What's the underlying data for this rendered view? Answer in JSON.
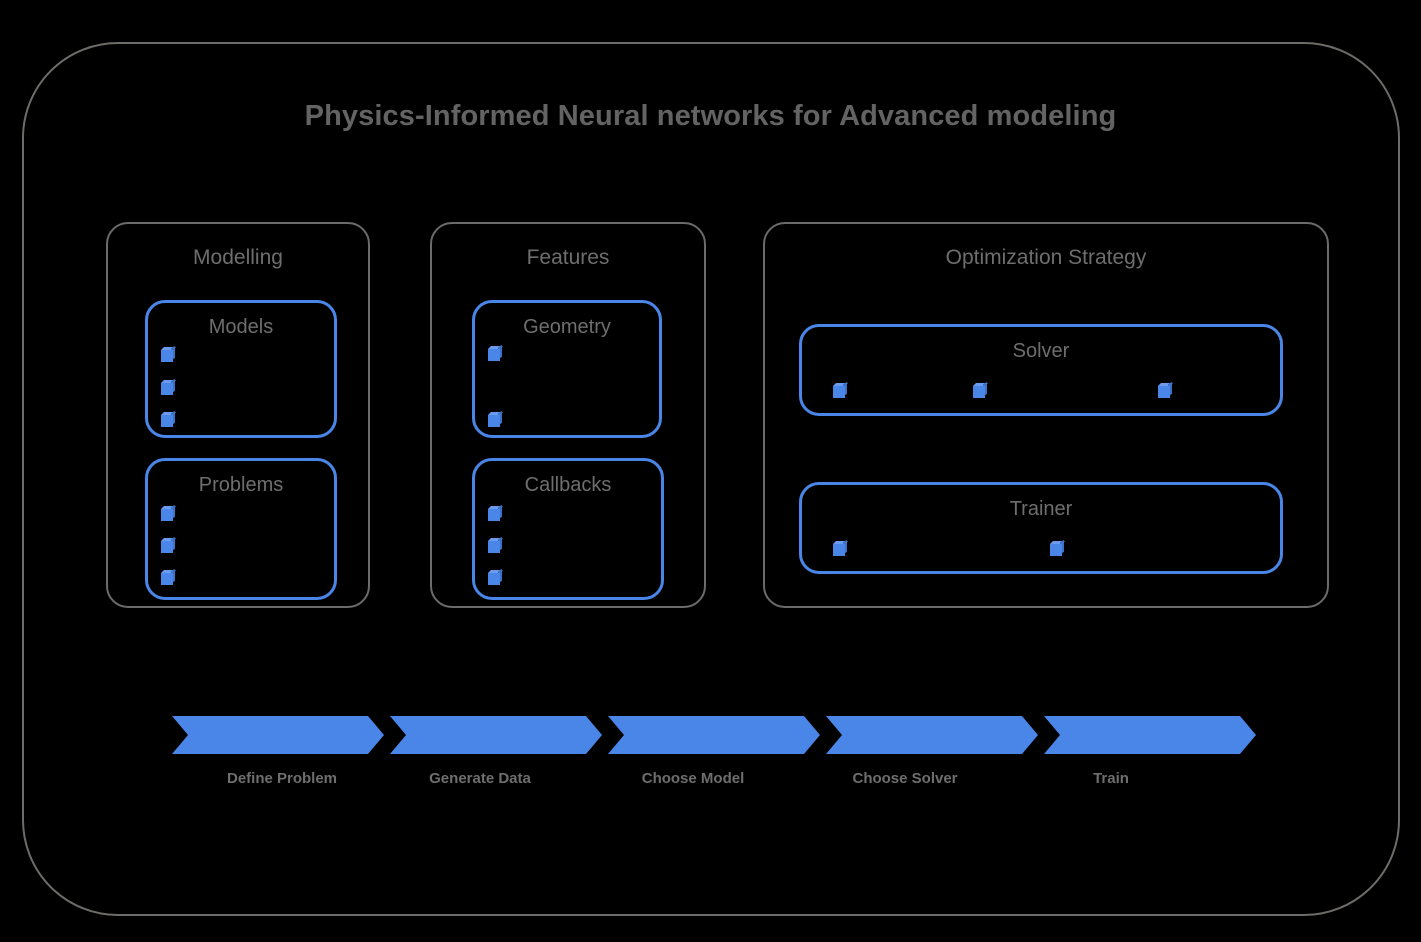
{
  "diagram": {
    "title": "Physics-Informed Neural networks for Advanced modeling",
    "colors": {
      "background": "#000000",
      "accent_blue": "#4a86e8",
      "frame_gray": "#6e6c68",
      "text_gray": "#6e6e6e",
      "title_gray": "#636363"
    }
  },
  "groups": [
    {
      "id": "modelling",
      "label": "Modelling",
      "boxes": [
        {
          "id": "models",
          "label": "Models",
          "marker_count": 3,
          "marker_layout": "vertical"
        },
        {
          "id": "problems",
          "label": "Problems",
          "marker_count": 3,
          "marker_layout": "vertical"
        }
      ]
    },
    {
      "id": "features",
      "label": "Features",
      "boxes": [
        {
          "id": "geometry",
          "label": "Geometry",
          "marker_count": 2,
          "marker_layout": "vertical-spread"
        },
        {
          "id": "callbacks",
          "label": "Callbacks",
          "marker_count": 3,
          "marker_layout": "vertical"
        }
      ]
    },
    {
      "id": "optimization",
      "label": "Optimization Strategy",
      "boxes": [
        {
          "id": "solver",
          "label": "Solver",
          "marker_count": 3,
          "marker_layout": "horizontal"
        },
        {
          "id": "trainer",
          "label": "Trainer",
          "marker_count": 2,
          "marker_layout": "horizontal"
        }
      ]
    }
  ],
  "pipeline": {
    "steps": [
      {
        "label": "Define Problem"
      },
      {
        "label": "Generate Data"
      },
      {
        "label": "Choose Model"
      },
      {
        "label": "Choose Solver"
      },
      {
        "label": "Train"
      }
    ]
  },
  "icons": {
    "bullet_marker": "cube-icon"
  }
}
